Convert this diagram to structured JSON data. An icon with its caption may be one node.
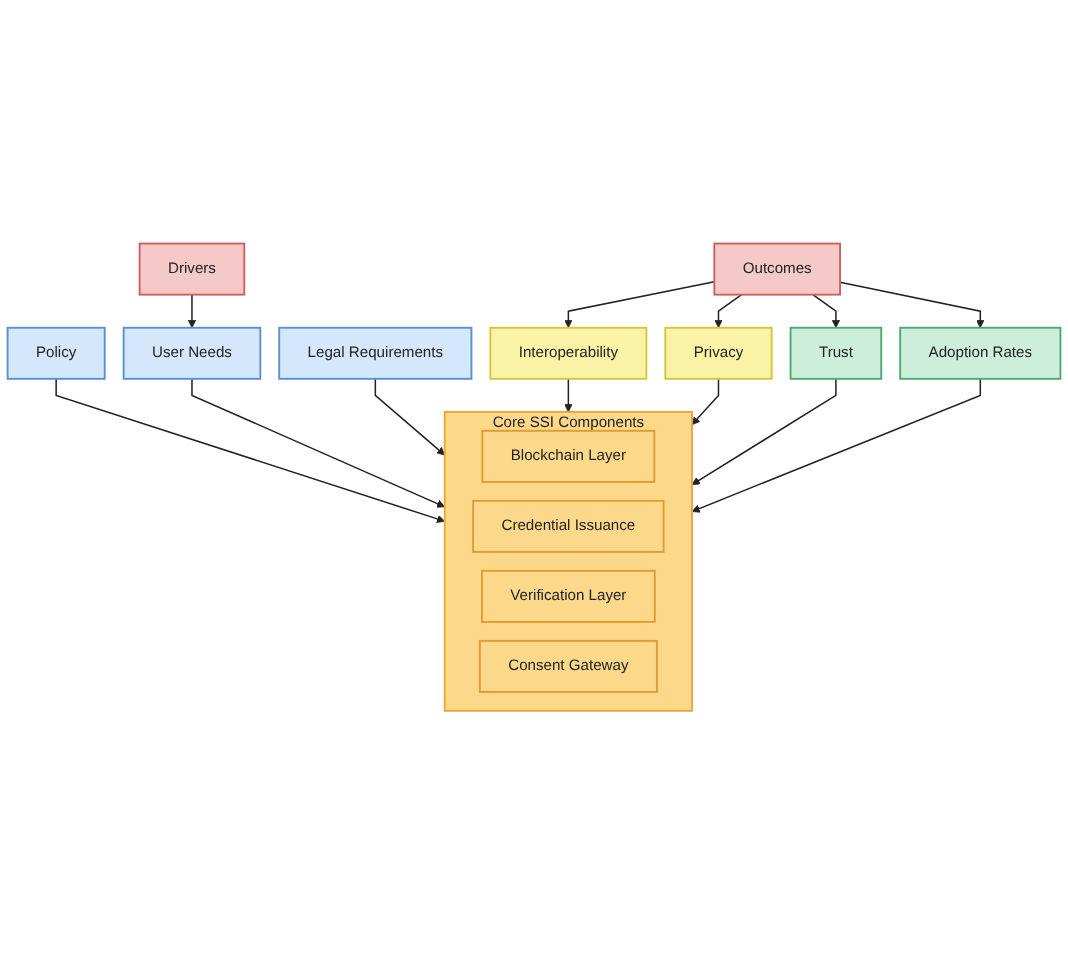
{
  "diagram": {
    "nodes": [
      {
        "text": [
          "Drivers"
        ]
      },
      {
        "text": [
          "Policy"
        ]
      },
      {
        "text": [
          "User Needs"
        ]
      },
      {
        "text": [
          "Legal Requirements"
        ]
      },
      {
        "text": [
          "Core SSI Components"
        ]
      },
      {
        "text": [
          "Blockchain Layer"
        ],
        "in": 4
      },
      {
        "text": [
          "Credential Issuance"
        ],
        "in": 4
      },
      {
        "text": [
          "Verification Layer"
        ],
        "in": 4
      },
      {
        "text": [
          "Consent Gateway"
        ],
        "in": 4
      },
      {
        "text": [
          "Interoperability"
        ]
      },
      {
        "text": [
          "Privacy"
        ]
      },
      {
        "text": [
          "Trust"
        ]
      },
      {
        "text": [
          "Adoption Rates"
        ]
      },
      {
        "text": [
          "Outcomes"
        ]
      }
    ],
    "edges": [
      {
        "from": 0,
        "to": 2,
        "arrow": "to"
      },
      {
        "from": 1,
        "to": 4,
        "arrow": "to"
      },
      {
        "from": 2,
        "to": 4,
        "arrow": "to"
      },
      {
        "from": 3,
        "to": 4,
        "arrow": "to"
      },
      {
        "from": 9,
        "to": 4,
        "arrow": "to"
      },
      {
        "from": 10,
        "to": 4,
        "arrow": "to"
      },
      {
        "from": 11,
        "to": 4,
        "arrow": "to"
      },
      {
        "from": 12,
        "to": 4,
        "arrow": "to"
      },
      {
        "from": 13,
        "to": 9,
        "arrow": "to"
      },
      {
        "from": 13,
        "to": 10,
        "arrow": "to"
      },
      {
        "from": 13,
        "to": 11,
        "arrow": "to"
      },
      {
        "from": 13,
        "to": 12,
        "arrow": "to"
      }
    ]
  }
}
